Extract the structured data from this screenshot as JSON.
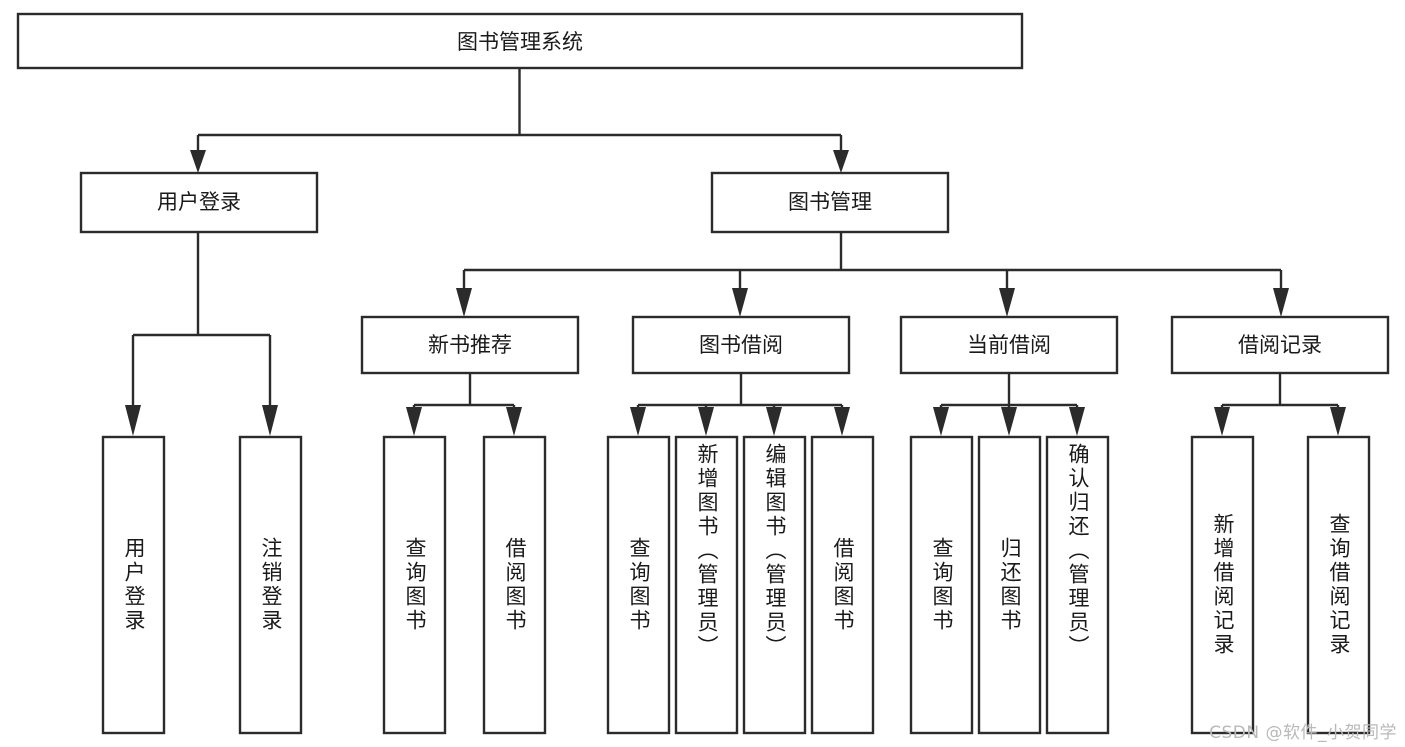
{
  "diagram": {
    "type": "tree",
    "title": "图书管理系统",
    "orientation": "top-down",
    "colors": {
      "stroke": "#2b2b2b",
      "fill": "#ffffff",
      "text": "#1a1a1a",
      "background": "#ffffff",
      "watermark": "#b9b9b9"
    },
    "root": {
      "label": "图书管理系统"
    },
    "level1": [
      {
        "label": "用户登录"
      },
      {
        "label": "图书管理"
      }
    ],
    "level2": [
      {
        "label": "新书推荐"
      },
      {
        "label": "图书借阅"
      },
      {
        "label": "当前借阅"
      },
      {
        "label": "借阅记录"
      }
    ],
    "leaves": {
      "user_login": [
        {
          "label": "用户登录"
        },
        {
          "label": "注销登录"
        }
      ],
      "new_book_recommend": [
        {
          "label": "查询图书"
        },
        {
          "label": "借阅图书"
        }
      ],
      "book_borrow": [
        {
          "label": "查询图书"
        },
        {
          "label": "新增图书（管理员）"
        },
        {
          "label": "编辑图书（管理员）"
        },
        {
          "label": "借阅图书"
        }
      ],
      "current_borrow": [
        {
          "label": "查询图书"
        },
        {
          "label": "归还图书"
        },
        {
          "label": "确认归还（管理员）"
        }
      ],
      "borrow_record": [
        {
          "label": "新增借阅记录"
        },
        {
          "label": "查询借阅记录"
        }
      ]
    }
  },
  "watermark": {
    "text": "CSDN @软件_小贺同学"
  }
}
